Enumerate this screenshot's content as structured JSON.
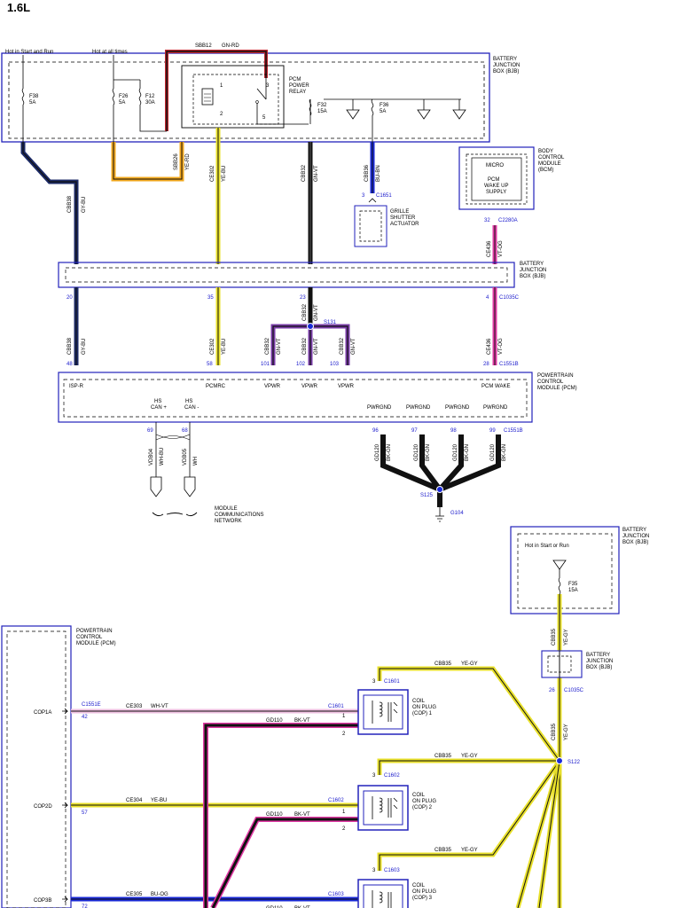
{
  "title": "1.6L",
  "labels": {
    "hot_start_run": "Hot in Start and Run",
    "hot_all_times": "Hot at all times",
    "sbb12": "SBB12",
    "gn_rd": "GN-RD",
    "bjb_1": "BATTERY",
    "bjb_2": "JUNCTION",
    "bjb_3": "BOX (BJB)",
    "pcm_relay_1": "PCM",
    "pcm_relay_2": "POWER",
    "pcm_relay_3": "RELAY",
    "f38": "F38",
    "f38a": "5A",
    "f26": "F26",
    "f26a": "5A",
    "f12": "F12",
    "f12a": "30A",
    "f32": "F32",
    "f32a": "15A",
    "f36": "F36",
    "f36a": "5A",
    "bcm_1": "BODY",
    "bcm_2": "CONTROL",
    "bcm_3": "MODULE",
    "bcm_4": "(BCM)",
    "micro": "MICRO",
    "wake_1": "PCM",
    "wake_2": "WAKE UP",
    "wake_3": "SUPPLY",
    "c1651": "C1651",
    "pin3": "3",
    "grille_1": "GRILLE",
    "grille_2": "SHUTTER",
    "grille_3": "ACTUATOR",
    "c2280a": "C2280A",
    "pin32": "32",
    "cbb38": "CBB38",
    "gy_bu": "GY-BU",
    "sbb26": "SBB26",
    "ye_rd": "YE-RD",
    "ce302": "CE302",
    "ye_bu": "YE-BU",
    "cbb32": "CBB32",
    "gn_vt": "GN-VT",
    "cbb36": "CBB36",
    "bu_bn": "BU-BN",
    "ce436": "CE436",
    "vt_og": "VT-OG",
    "pin20": "20",
    "pin35": "35",
    "pin23": "23",
    "pin4": "4",
    "c1035c": "C1035C",
    "s131": "S131",
    "pin48": "48",
    "pin58": "58",
    "pin101": "101",
    "pin102": "102",
    "pin103": "103",
    "pin28": "28",
    "c1551b": "C1551B",
    "pcm_1": "POWERTRAIN",
    "pcm_2": "CONTROL",
    "pcm_3": "MODULE (PCM)",
    "isp_r": "ISP-R",
    "pcmrc": "PCMRC",
    "vpwr": "VPWR",
    "pcm_wake": "PCM WAKE",
    "hs": "HS",
    "can_plus": "CAN +",
    "can_minus": "CAN -",
    "pwrgnd": "PWRGND",
    "pin69": "69",
    "pin68": "68",
    "pin96": "96",
    "pin97": "97",
    "pin98": "98",
    "pin99": "99",
    "vdb04": "VDB04",
    "wh_bu": "WH-BU",
    "vdb05": "VDB05",
    "wh": "WH",
    "gd120": "GD120",
    "bk_gn": "BK-GN",
    "s125": "S125",
    "g104": "G104",
    "mcn_1": "MODULE",
    "mcn_2": "COMMUNICATIONS",
    "mcn_3": "NETWORK",
    "hot_start_or_run": "Hot in Start or Run",
    "f35": "F35",
    "f35a": "15A",
    "cbb35": "CBB35",
    "ye_gy": "YE-GY",
    "pin26": "26",
    "s122": "S122",
    "cop1a": "COP1A",
    "cop2d": "COP2D",
    "cop3b": "COP3B",
    "c1551e": "C1551E",
    "pin42": "42",
    "pin57": "57",
    "pin72": "72",
    "ce303": "CE303",
    "wh_vt": "WH-VT",
    "ce304": "CE304",
    "ce305": "CE305",
    "bu_og": "BU-OG",
    "gd110": "GD110",
    "bk_vt": "BK-VT",
    "c1601": "C1601",
    "c1602": "C1602",
    "c1603": "C1603",
    "pin1": "1",
    "pin2": "2",
    "pin5": "5",
    "coil_1": "COIL",
    "coil_2": "ON PLUG",
    "cop_1": "(COP) 1",
    "cop_2": "(COP) 2",
    "cop_3": "(COP) 3"
  },
  "wire_colors": {
    "black": "#111111",
    "navy": "#1c2a66",
    "yellow": "#e8e02a",
    "orange": "#f2a81d",
    "blue": "#1a2ad8",
    "magenta": "#e23aa5",
    "pink": "#eec0e0",
    "purple": "#7a3ca8",
    "red": "#c0262e",
    "outline": "#2222bb"
  }
}
